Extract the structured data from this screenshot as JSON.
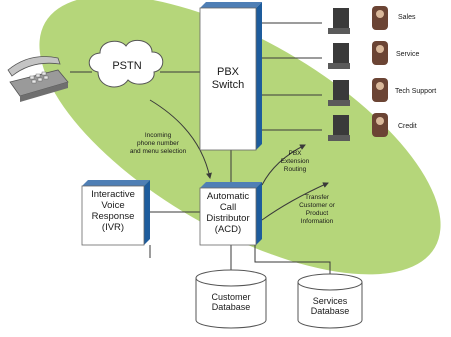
{
  "nodes": {
    "pstn": "PSTN",
    "pbx": [
      "PBX",
      "Switch"
    ],
    "ivr": [
      "Interactive",
      "Voice",
      "Response",
      "(IVR)"
    ],
    "acd": [
      "Automatic",
      "Call",
      "Distributor",
      "(ACD)"
    ],
    "customer_db": [
      "Customer",
      "Database"
    ],
    "services_db": [
      "Services",
      "Database"
    ]
  },
  "annotations": {
    "incoming": [
      "Incoming",
      "phone number",
      "and menu selection"
    ],
    "pbx_routing": [
      "PBX",
      "Extension",
      "Routing"
    ],
    "transfer": [
      "Transfer",
      "Customer or",
      "Product",
      "Information"
    ]
  },
  "departments": [
    "Sales",
    "Service",
    "Tech Support",
    "Credit"
  ],
  "colors": {
    "ellipse": "#b5d67a",
    "box_face": "#ffffff",
    "box_side": "#1e5c9c",
    "line": "#3a3a3a"
  }
}
